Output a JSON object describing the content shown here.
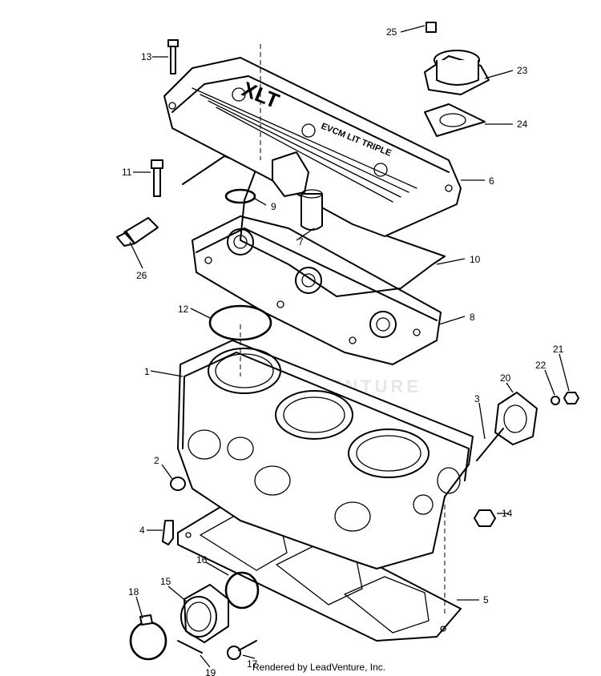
{
  "diagram": {
    "credit": "Rendered by LeadVenture, Inc.",
    "watermark": "PARTSVENTURE",
    "cover_emboss": [
      "XLT",
      "EVCM LIT TRIPLE"
    ],
    "callouts": [
      {
        "id": "13",
        "label": "13"
      },
      {
        "id": "25",
        "label": "25"
      },
      {
        "id": "23",
        "label": "23"
      },
      {
        "id": "24",
        "label": "24"
      },
      {
        "id": "11",
        "label": "11"
      },
      {
        "id": "9",
        "label": "9"
      },
      {
        "id": "6",
        "label": "6"
      },
      {
        "id": "7",
        "label": "7"
      },
      {
        "id": "26",
        "label": "26"
      },
      {
        "id": "10",
        "label": "10"
      },
      {
        "id": "12",
        "label": "12"
      },
      {
        "id": "8",
        "label": "8"
      },
      {
        "id": "1",
        "label": "1"
      },
      {
        "id": "21",
        "label": "21"
      },
      {
        "id": "22",
        "label": "22"
      },
      {
        "id": "20",
        "label": "20"
      },
      {
        "id": "3",
        "label": "3"
      },
      {
        "id": "2",
        "label": "2"
      },
      {
        "id": "14",
        "label": "14"
      },
      {
        "id": "4",
        "label": "4"
      },
      {
        "id": "16",
        "label": "16"
      },
      {
        "id": "5",
        "label": "5"
      },
      {
        "id": "18",
        "label": "18"
      },
      {
        "id": "15",
        "label": "15"
      },
      {
        "id": "17",
        "label": "17"
      },
      {
        "id": "19",
        "label": "19"
      }
    ]
  }
}
